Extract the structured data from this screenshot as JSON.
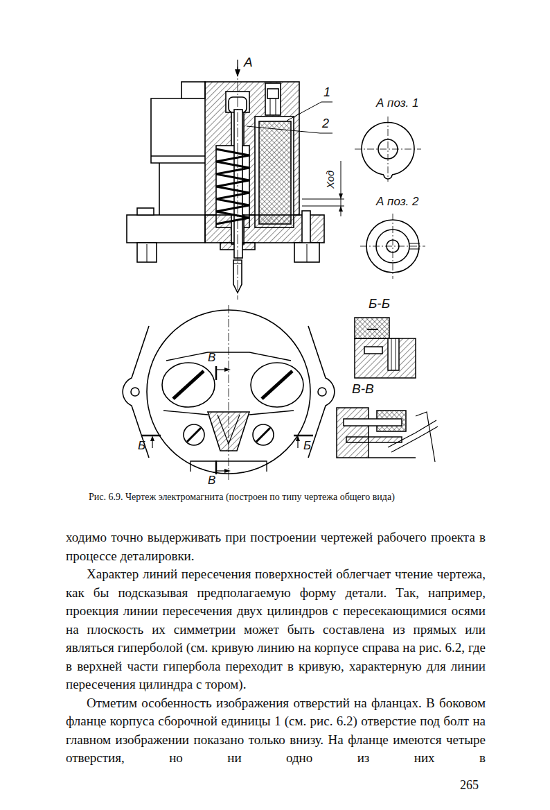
{
  "diagram": {
    "caption": "Рис. 6.9. Чертеж электромагнита (построен по типу чертежа общего вида)",
    "labels": [
      "А",
      "1",
      "2",
      "А поз. 1",
      "Ход",
      "А поз. 2",
      "Б-Б",
      "В",
      "Б",
      "Б",
      "В",
      "В-В",
      "ходимо точно выдерживать при построении чертежей рабочего проекта в процессе деталировки.",
      "Характер линий пересечения поверхностей облегчает чтение чертежа, как бы подсказывая предполагаемую форму детали. Так, например, проекция линии пересечения двух цилиндров с пересекающимися осями на плоскость их симметрии может быть составлена из прямых или являться гиперболой (см. кривую линию на корпусе справа на рис. 6.2, где в верхней части гипербола переходит в кривую, характерную для линии пересечения цилиндра с тором).",
      "Отметим особенность изображения отверстий на фланцах. В боковом фланце корпуса сборочной единицы 1 (см. рис. 6.2) отверстие под болт на главном изображении показано только внизу. На фланце имеются четыре отверстия, но ни одно из них в",
      "265"
    ]
  }
}
